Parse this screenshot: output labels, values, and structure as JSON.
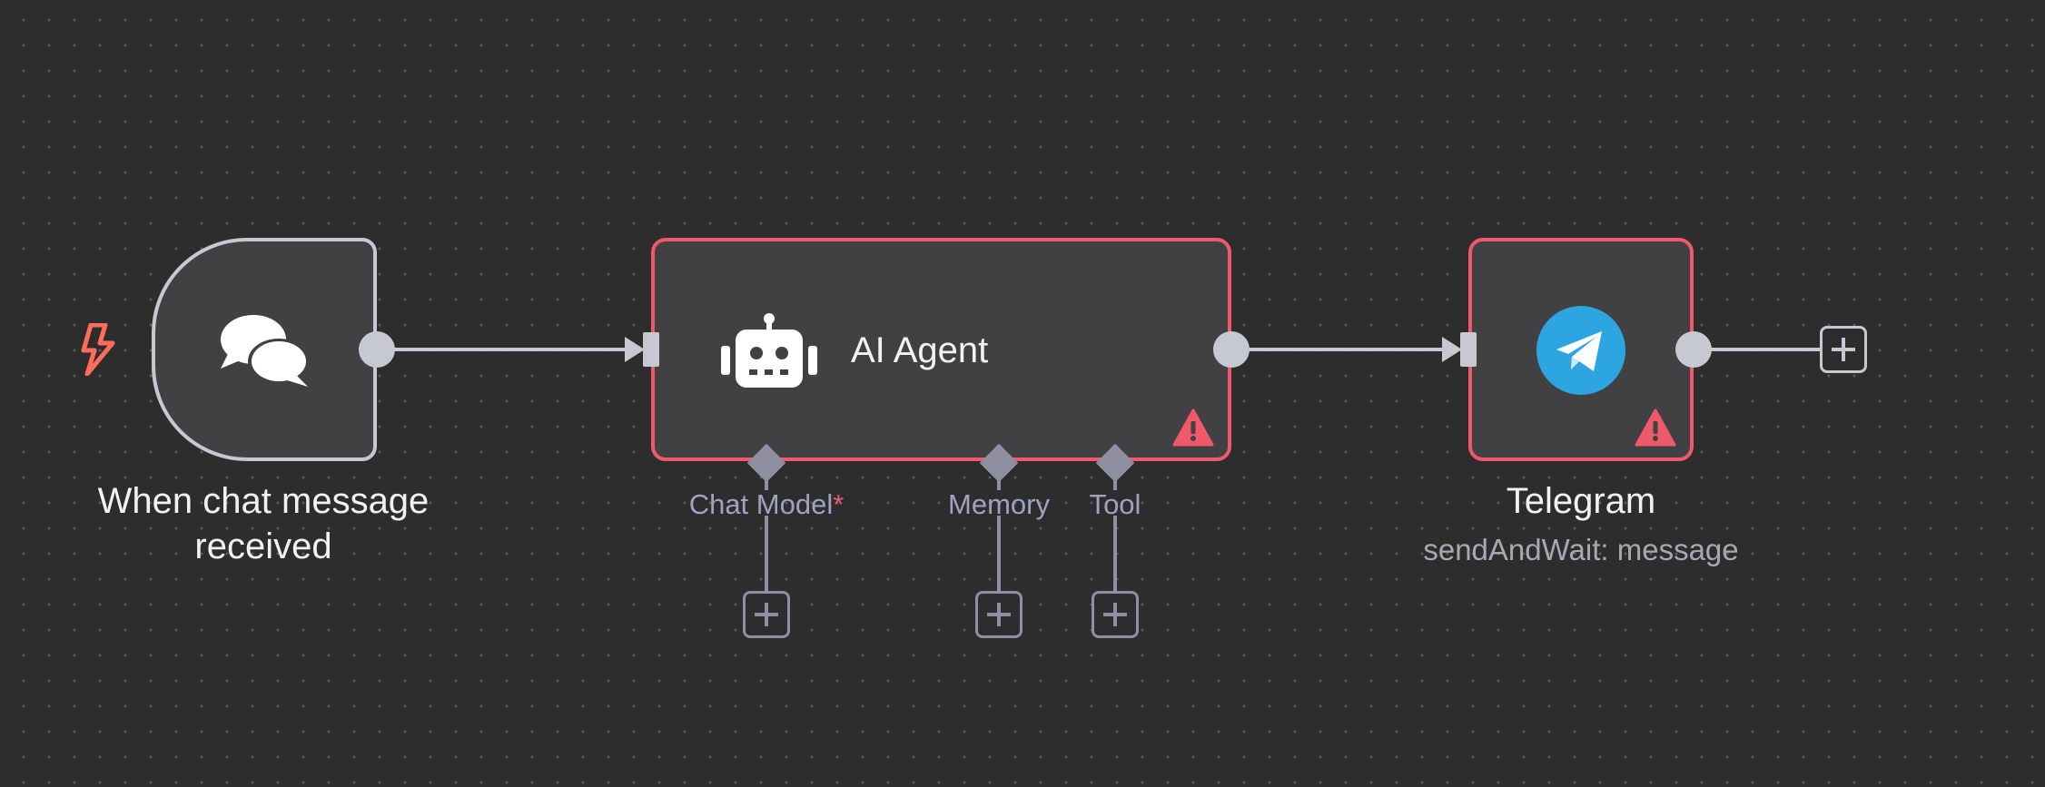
{
  "workflow": {
    "nodes": [
      {
        "id": "trigger",
        "label_line1": "When chat message",
        "label_line2": "received",
        "icon": "chat-bubbles-icon",
        "trigger_icon": "lightning-bolt-icon",
        "border_color": "#c7c9d2"
      },
      {
        "id": "agent",
        "title": "AI Agent",
        "icon": "robot-icon",
        "warning_icon": "warning-triangle-icon",
        "border_color": "#f0586b",
        "ports": [
          {
            "label": "Chat Model",
            "required_marker": "*"
          },
          {
            "label": "Memory"
          },
          {
            "label": "Tool"
          }
        ]
      },
      {
        "id": "telegram",
        "label": "Telegram",
        "subtitle": "sendAndWait: message",
        "icon": "telegram-icon",
        "warning_icon": "warning-triangle-icon",
        "border_color": "#f0586b"
      }
    ]
  },
  "colors": {
    "canvas_background": "#2d2d2e",
    "node_background": "#414144",
    "error_red": "#f0586b",
    "trigger_orange": "#ff6d5a",
    "telegram_blue": "#2ca5e0",
    "connector_gray": "#c7c9d2",
    "port_gray": "#8e90a2"
  }
}
